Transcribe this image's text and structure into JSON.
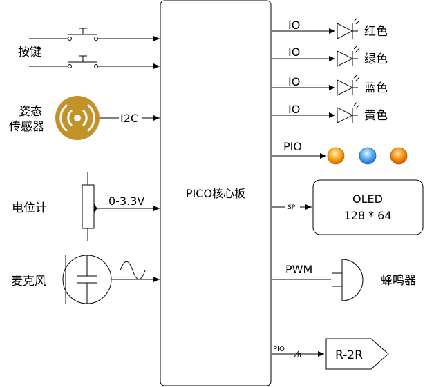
{
  "board": {
    "label": "PICO核心板"
  },
  "inputs": {
    "buttons": {
      "label": "按键"
    },
    "imu": {
      "label_line1": "姿态",
      "label_line2": "传感器",
      "bus": "I2C"
    },
    "pot": {
      "label": "电位计",
      "range": "0-3.3V"
    },
    "mic": {
      "label": "麦克风"
    }
  },
  "outputs": {
    "leds": [
      {
        "bus": "IO",
        "label": "红色"
      },
      {
        "bus": "IO",
        "label": "绿色"
      },
      {
        "bus": "IO",
        "label": "蓝色"
      },
      {
        "bus": "IO",
        "label": "黄色"
      }
    ],
    "pio_leds": {
      "bus": "PIO",
      "colors": [
        "#f59a16",
        "#4a9ae8",
        "#f58a16"
      ]
    },
    "oled": {
      "line1": "OLED",
      "line2": "128 * 64",
      "bus": "SPI"
    },
    "buzzer": {
      "label": "蜂鸣器",
      "bus": "PWM"
    },
    "dac": {
      "label": "R-2R",
      "bus": "PIO",
      "width": "8"
    }
  }
}
